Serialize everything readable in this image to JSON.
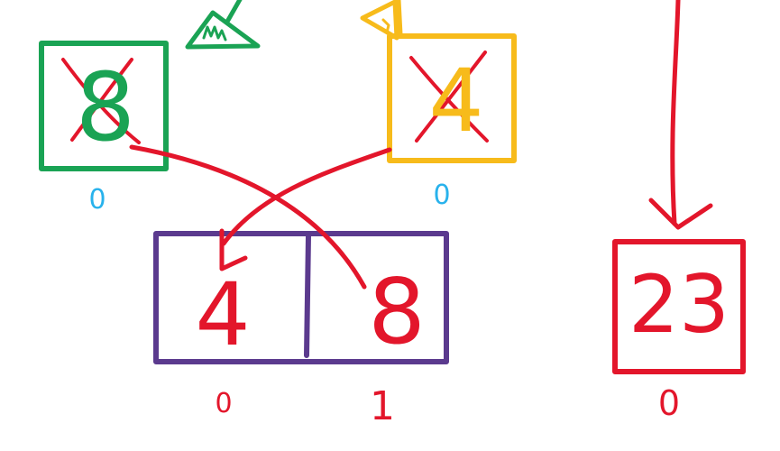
{
  "colors": {
    "green": "#1aa354",
    "yellow": "#f7bb1b",
    "purple": "#5b3a8e",
    "red": "#e3162b",
    "blue": "#28b2ec"
  },
  "green_box": {
    "value": "8",
    "crossed_out": true,
    "index": "0"
  },
  "yellow_box": {
    "value": "4",
    "crossed_out": true,
    "index": "0"
  },
  "array_box": {
    "cells": [
      {
        "value": "4",
        "index": "0"
      },
      {
        "value": "8",
        "index": "1"
      }
    ]
  },
  "red_box": {
    "value": "23",
    "index": "0"
  }
}
